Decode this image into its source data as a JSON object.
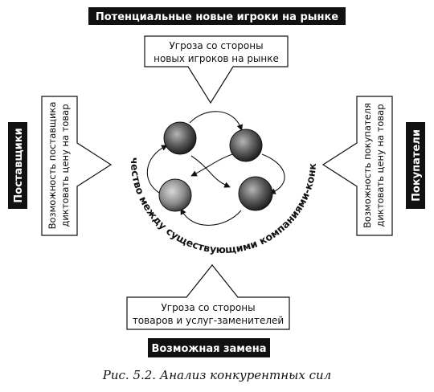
{
  "diagram": {
    "top_label": "Потенциальные новые игроки на рынке",
    "top_box": {
      "line1": "Угроза со стороны",
      "line2": "новых игроков на рынке"
    },
    "left_label": "Поставщики",
    "left_box": {
      "line1": "Возможность поставщика",
      "line2": "диктовать цену на товар"
    },
    "right_label": "Покупатели",
    "right_box": {
      "line1": "Возможность покупателя",
      "line2": "диктовать цену на товар"
    },
    "bottom_box": {
      "line1": "Угроза со стороны",
      "line2": "товаров и услуг-заменителей"
    },
    "bottom_label": "Возможная замена",
    "center_arc_text": "Соперничество между существующими компаниями-конкурентами",
    "caption": "Рис. 5.2. Анализ конкурентных сил"
  }
}
